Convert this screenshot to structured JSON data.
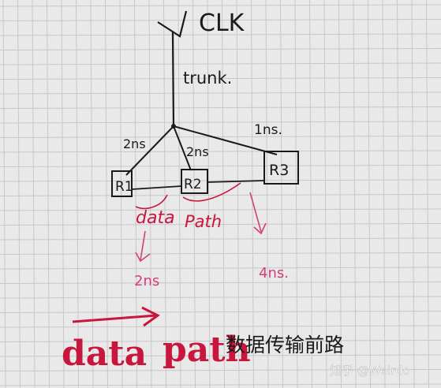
{
  "diagram": {
    "clock_label": "CLK",
    "trunk_label": "trunk.",
    "branch_delays": {
      "left": "2ns",
      "middle": "2ns",
      "right": "1ns."
    },
    "registers": {
      "r1": "R1",
      "r2": "R2",
      "r3": "R3"
    },
    "datapath_label_1": "data",
    "datapath_label_2": "Path",
    "datapath_delays": {
      "left": "2ns",
      "right": "4ns."
    },
    "legend": {
      "word_1": "data",
      "word_2": "path",
      "chinese_note": "数据传输前路"
    },
    "watermark": "知乎 @Weirdo"
  },
  "colors": {
    "ink": "#1a1a1a",
    "red_ink": "#c8163c",
    "pink_ink": "#d2407a",
    "grid": "#c7c7c9",
    "paper": "#e9e9ea"
  }
}
